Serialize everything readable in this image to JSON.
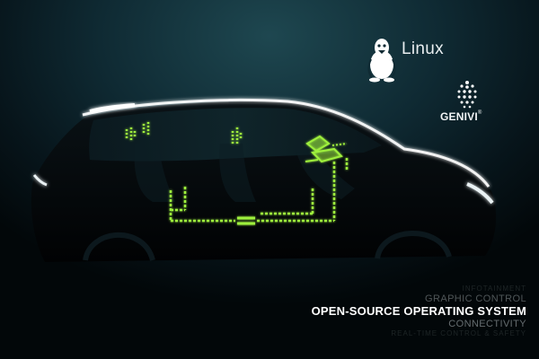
{
  "logos": {
    "linux": {
      "label": "Linux",
      "icon": "tux-penguin-icon"
    },
    "genivi": {
      "label": "GENIVI",
      "registered_mark": "®",
      "icon": "genivi-dots-icon"
    }
  },
  "captions": {
    "above_faint": "INFOTAINMENT",
    "secondary_top": "GRAPHIC CONTROL",
    "primary": "OPEN-SOURCE OPERATING SYSTEM",
    "secondary_bottom": "CONNECTIVITY",
    "below_faint": "REAL-TIME CONTROL & SAFETY"
  },
  "colors": {
    "background": "#0f2a33",
    "accent_green": "#9ef03c",
    "car_highlight": "#ffffff"
  }
}
